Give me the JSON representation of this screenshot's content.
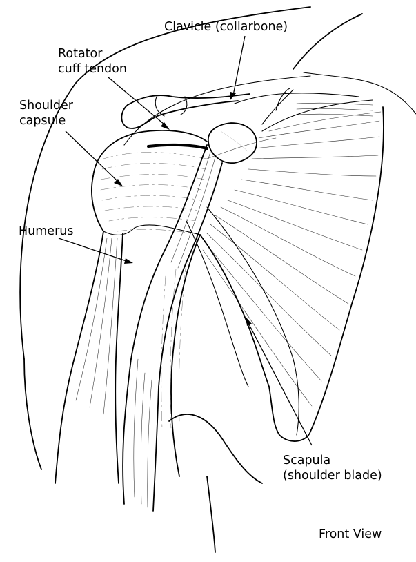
{
  "diagram": {
    "view_label": "Front View",
    "labels": {
      "clavicle": "Clavicle (collarbone)",
      "rotator_line1": "Rotator",
      "rotator_line2": "cuff tendon",
      "capsule_line1": "Shoulder",
      "capsule_line2": "capsule",
      "humerus": "Humerus",
      "scapula_line1": "Scapula",
      "scapula_line2": "(shoulder blade)"
    }
  }
}
